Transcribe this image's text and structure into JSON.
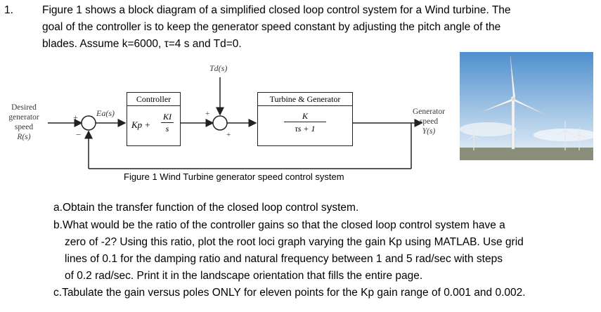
{
  "question": {
    "number": "1.",
    "lines": [
      "Figure 1 shows a block diagram of a simplified closed loop control system for a Wind turbine. The",
      "goal of the controller is to keep the generator speed constant by adjusting the pitch angle of the",
      "blades. Assume k=6000, τ=4 s and Td=0."
    ]
  },
  "diagram": {
    "disturbance": "Td(s)",
    "input_label": [
      "Desired",
      "generator",
      "speed",
      "R(s)"
    ],
    "error": "Ea(s)",
    "controller_title": "Controller",
    "controller_kp": "Kp +",
    "controller_ki": "KI",
    "controller_s": "s",
    "plant_title": "Turbine & Generator",
    "plant_num": "K",
    "plant_den": "τs + 1",
    "output_label": [
      "Generator",
      "speed",
      "Y(s)"
    ],
    "sum1_plus": "+",
    "sum1_minus": "−",
    "sum2_plus_top": "+",
    "sum2_plus_left": "+",
    "caption": "Figure 1 Wind Turbine generator speed control system"
  },
  "photo": {
    "subject": "wind turbines",
    "colors": {
      "sky_top": "#4f8fce",
      "sky_bottom": "#dbe9f5",
      "ground": "#8a8f7a"
    }
  },
  "tasks": [
    {
      "label": "a.",
      "lines": [
        "Obtain the transfer function of the closed loop control system."
      ]
    },
    {
      "label": "b.",
      "lines": [
        "What would be the ratio of the controller gains so that the closed loop control system have a",
        "zero of -2? Using this ratio, plot the root loci graph varying the gain Kp using MATLAB. Use grid",
        "lines of 0.1 for the damping ratio and natural frequency between 1 and 5 rad/sec with steps",
        "of 0.2 rad/sec. Print it in the landscape orientation that fills the entire page."
      ]
    },
    {
      "label": "c.",
      "lines": [
        "Tabulate the gain versus poles ONLY for eleven points for the Kp gain range of 0.001 and 0.002."
      ]
    }
  ]
}
